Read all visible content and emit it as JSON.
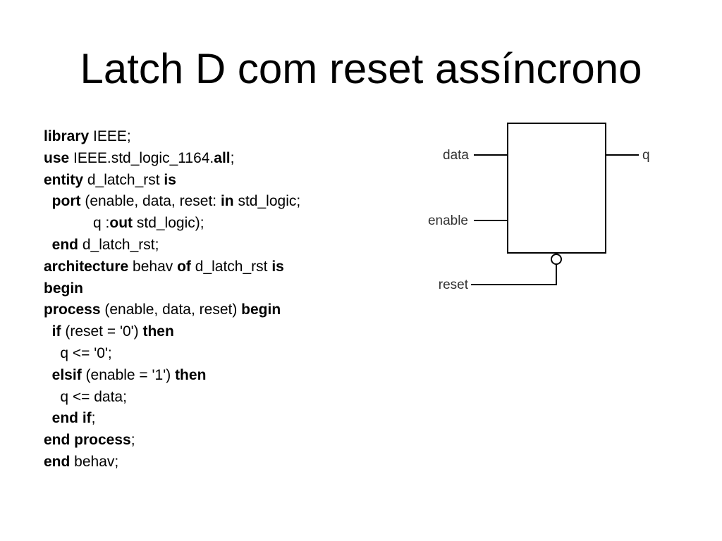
{
  "slide": {
    "title": "Latch D com reset assíncrono"
  },
  "code": [
    [
      {
        "t": "library",
        "b": true
      },
      {
        "t": " IEEE;",
        "b": false
      }
    ],
    [
      {
        "t": "use",
        "b": true
      },
      {
        "t": " IEEE.std_logic_1164.",
        "b": false
      },
      {
        "t": "all",
        "b": true
      },
      {
        "t": ";",
        "b": false
      }
    ],
    [
      {
        "t": "entity",
        "b": true
      },
      {
        "t": " d_latch_rst ",
        "b": false
      },
      {
        "t": "is",
        "b": true
      }
    ],
    [
      {
        "t": "  ",
        "b": false
      },
      {
        "t": "port",
        "b": true
      },
      {
        "t": " (enable, data, reset: ",
        "b": false
      },
      {
        "t": "in",
        "b": true
      },
      {
        "t": " std_logic;",
        "b": false
      }
    ],
    [
      {
        "t": "            q :",
        "b": false
      },
      {
        "t": "out",
        "b": true
      },
      {
        "t": " std_logic);",
        "b": false
      }
    ],
    [
      {
        "t": "  ",
        "b": false
      },
      {
        "t": "end",
        "b": true
      },
      {
        "t": " d_latch_rst;",
        "b": false
      }
    ],
    [
      {
        "t": "architecture",
        "b": true
      },
      {
        "t": " behav ",
        "b": false
      },
      {
        "t": "of",
        "b": true
      },
      {
        "t": " d_latch_rst ",
        "b": false
      },
      {
        "t": "is",
        "b": true
      }
    ],
    [
      {
        "t": "begin",
        "b": true
      }
    ],
    [
      {
        "t": "process",
        "b": true
      },
      {
        "t": " (enable, data, reset) ",
        "b": false
      },
      {
        "t": "begin",
        "b": true
      }
    ],
    [
      {
        "t": "  ",
        "b": false
      },
      {
        "t": "if",
        "b": true
      },
      {
        "t": " (reset = '0') ",
        "b": false
      },
      {
        "t": "then",
        "b": true
      }
    ],
    [
      {
        "t": "    q <= '0';",
        "b": false
      }
    ],
    [
      {
        "t": "  ",
        "b": false
      },
      {
        "t": "elsif",
        "b": true
      },
      {
        "t": " (enable = '1') ",
        "b": false
      },
      {
        "t": "then",
        "b": true
      }
    ],
    [
      {
        "t": "    q <= data;",
        "b": false
      }
    ],
    [
      {
        "t": "  ",
        "b": false
      },
      {
        "t": "end if",
        "b": true
      },
      {
        "t": ";",
        "b": false
      }
    ],
    [
      {
        "t": "end process",
        "b": true
      },
      {
        "t": ";",
        "b": false
      }
    ],
    [
      {
        "t": "end",
        "b": true
      },
      {
        "t": " behav;",
        "b": false
      }
    ]
  ],
  "diagram": {
    "labels": {
      "data": "data",
      "enable": "enable",
      "reset": "reset",
      "q": "q"
    }
  }
}
